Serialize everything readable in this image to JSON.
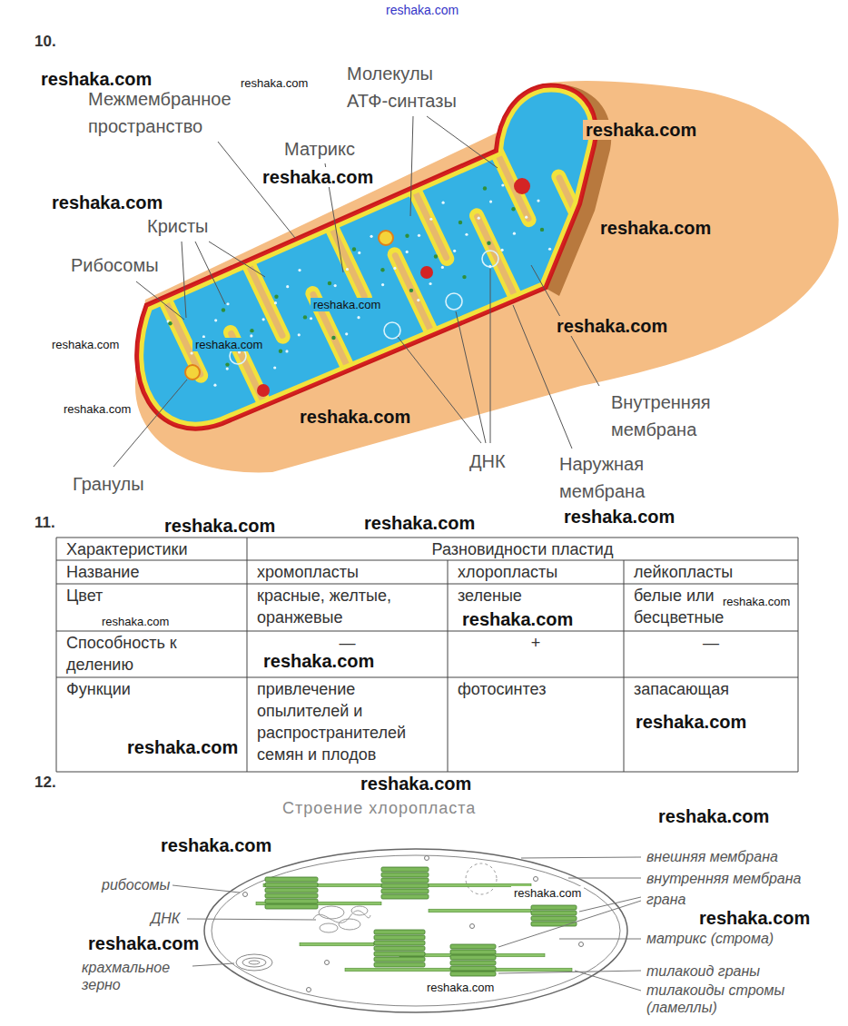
{
  "diagram": {
    "labels": [
      "reshaka.com",
      "10.",
      "reshaka.com",
      "reshaka.com",
      "Молекулы АТФ-синтазы",
      "Межмембранное пространство",
      "reshaka.com",
      "Матрикс",
      "reshaka.com",
      "reshaka.com",
      "Кристы",
      "reshaka.com",
      "Рибосомы",
      "reshaka.com",
      "reshaka.com",
      "reshaka.com",
      "reshaka.com",
      "Внутренняя мембрана",
      "reshaka.com",
      "reshaka.com",
      "ДНК",
      "Наружная мембрана",
      "Гранулы",
      "reshaka.com",
      "11.",
      "reshaka.com",
      "reshaka.com",
      "Характеристики",
      "Разновидности пластид",
      "Название",
      "хромопласты",
      "хлоропласты",
      "лейкопласты",
      "Цвет",
      "красные, желтые, оранжевые",
      "зеленые",
      "белые или бесцветные",
      "Способность к делению",
      "—",
      "+",
      "—",
      "Функции",
      "привлечение опылителей и распространителей семян и плодов",
      "фотосинтез",
      "запасающая",
      "reshaka.com",
      "reshaka.com",
      "reshaka.com",
      "reshaka.com",
      "reshaka.com",
      "reshaka.com",
      "reshaka.com",
      "12.",
      "Строение хлоропласта",
      "reshaka.com",
      "reshaka.com",
      "внешняя мембрана",
      "рибосомы",
      "внутренняя мембрана",
      "reshaka.com",
      "грана",
      "reshaka.com",
      "ДНК",
      "матрикс (строма)",
      "reshaka.com",
      "reshaka.com",
      "крахмальное зерно",
      "тилакоид граны",
      "тилакоиды стромы (ламеллы)"
    ]
  }
}
